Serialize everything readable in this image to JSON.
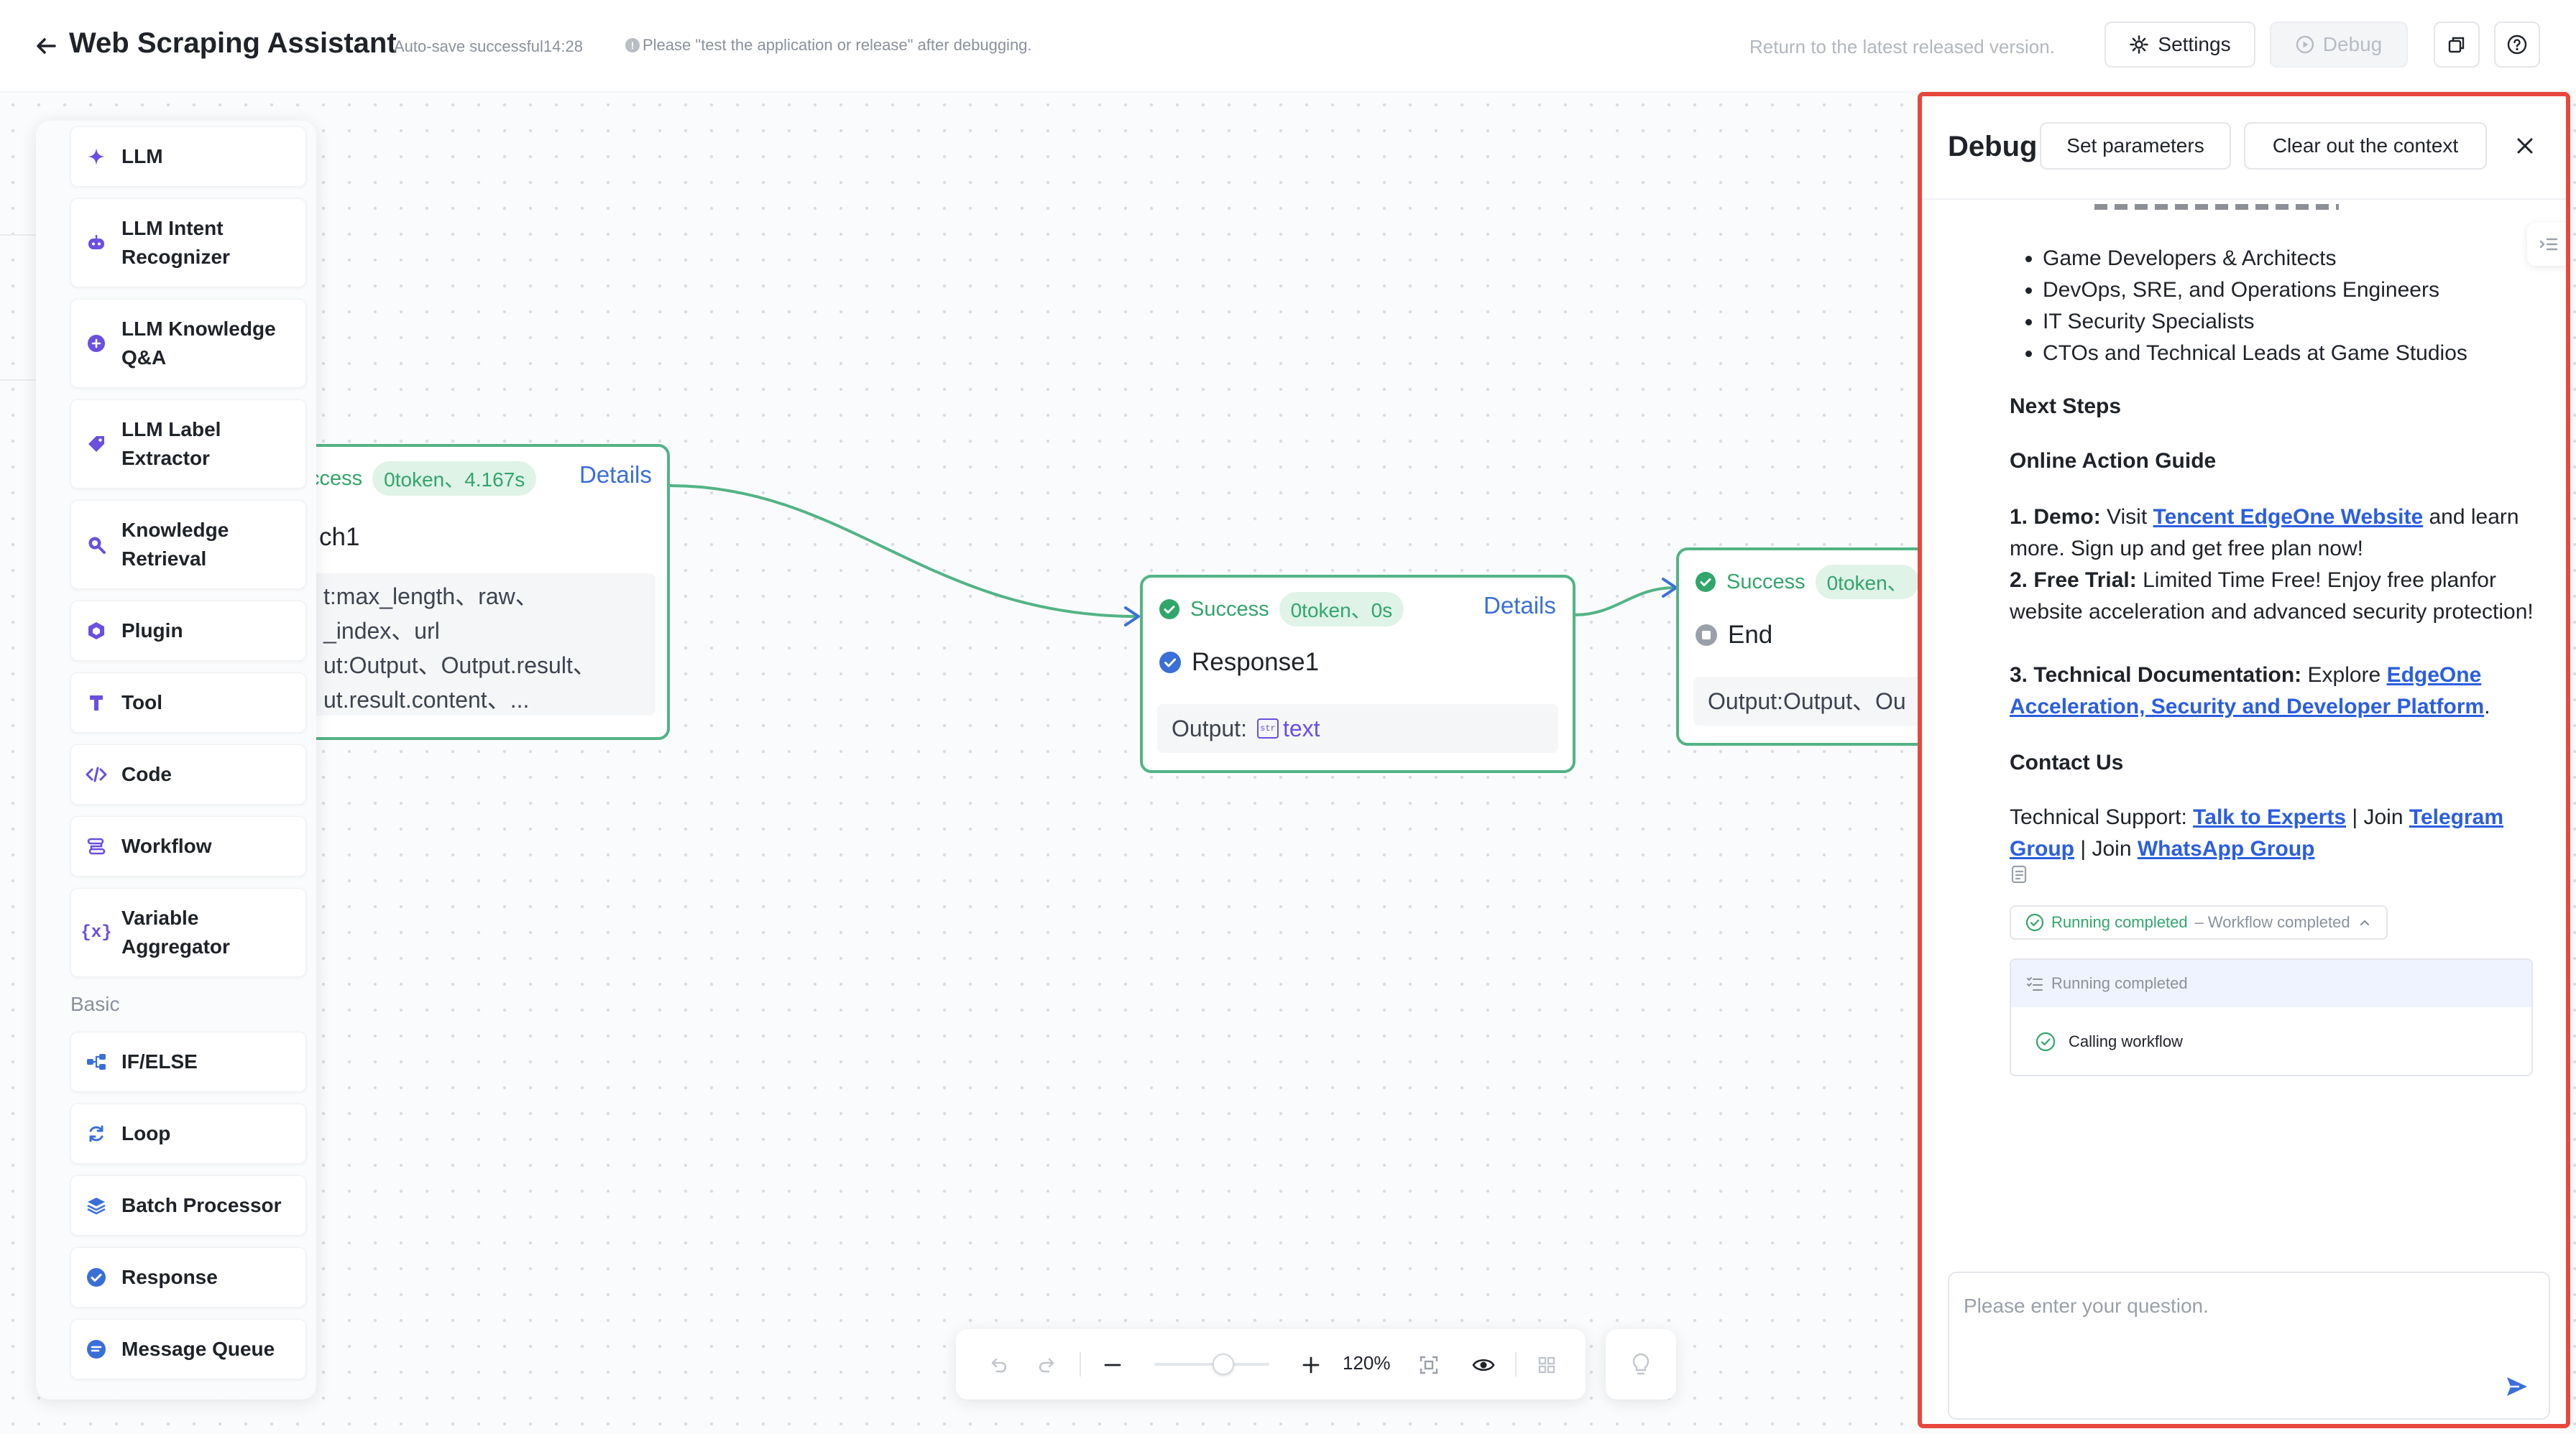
{
  "header": {
    "title": "Web Scraping Assistant",
    "autosave": "Auto-save successful14:28",
    "tip": "Please \"test the application or release\" after debugging.",
    "return_link": "Return to the latest released version.",
    "settings_label": "Settings",
    "debug_label": "Debug"
  },
  "node_panel": {
    "items": [
      {
        "label": "LLM",
        "icon": "sparkle-icon"
      },
      {
        "label": "LLM Intent Recognizer",
        "icon": "bot-icon"
      },
      {
        "label": "LLM Knowledge Q&A",
        "icon": "knowledge-qa-icon"
      },
      {
        "label": "LLM Label Extractor",
        "icon": "tag-icon"
      },
      {
        "label": "Knowledge Retrieval",
        "icon": "search-icon"
      },
      {
        "label": "Plugin",
        "icon": "plugin-icon"
      },
      {
        "label": "Tool",
        "icon": "tool-icon"
      },
      {
        "label": "Code",
        "icon": "code-icon"
      },
      {
        "label": "Workflow",
        "icon": "workflow-icon"
      },
      {
        "label": "Variable Aggregator",
        "icon": "variable-icon"
      }
    ],
    "basic_section": "Basic",
    "basic_items": [
      {
        "label": "IF/ELSE",
        "icon": "branch-icon"
      },
      {
        "label": "Loop",
        "icon": "loop-icon"
      },
      {
        "label": "Batch Processor",
        "icon": "layers-icon"
      },
      {
        "label": "Response",
        "icon": "check-circle-icon"
      },
      {
        "label": "Message Queue",
        "icon": "message-icon"
      }
    ]
  },
  "nodes": {
    "batch": {
      "status": "ccess",
      "pill": "0token、4.167s",
      "details": "Details",
      "title": "ch1",
      "lines": [
        "t:max_length、raw、",
        "_index、url",
        "ut:Output、Output.result、",
        "ut.result.content、..."
      ]
    },
    "response": {
      "status": "Success",
      "pill": "0token、0s",
      "details": "Details",
      "title": "Response1",
      "output_label": "Output:",
      "output_value": "text"
    },
    "end": {
      "status": "Success",
      "pill": "0token、",
      "title": "End",
      "output": "Output:Output、Ou"
    }
  },
  "zoom_bar": {
    "zoom_level": "120%",
    "zoom_fraction": 0.6
  },
  "debug": {
    "title": "Debug",
    "set_parameters": "Set parameters",
    "clear_context": "Clear out the context",
    "audience": [
      "Game Developers & Architects",
      "DevOps, SRE, and Operations Engineers",
      "IT Security Specialists",
      "CTOs and Technical Leads at Game Studios"
    ],
    "next_steps": "Next Steps",
    "online_guide": "Online Action Guide",
    "step1_label": "1. Demo:",
    "step1_pre": " Visit ",
    "step1_link": "Tencent EdgeOne Website",
    "step1_post": " and learn more. Sign up and get free plan now!",
    "step2_label": "2. Free Trial:",
    "step2_text": " Limited Time Free! Enjoy free planfor website acceleration and advanced security protection!",
    "step3_label": "3. Technical Documentation:",
    "step3_pre": " Explore ",
    "step3_link": "EdgeOne Acceleration, Security and Developer Platform",
    "step3_post": ".",
    "contact_us": "Contact Us",
    "tech_support": "Technical Support: ",
    "talk_experts": "Talk to Experts",
    "join1": " | Join ",
    "telegram": "Telegram Group",
    "join2": " | Join ",
    "whatsapp": "WhatsApp Group",
    "running_completed": "Running completed",
    "workflow_completed": "– Workflow completed",
    "box_header": "Running completed",
    "calling_workflow": "Calling workflow",
    "input_placeholder": "Please enter your question."
  },
  "colors": {
    "success_green": "#31a66b",
    "link_blue": "#2b5ee0",
    "highlight_red": "#e8473d",
    "accent_purple": "#6a4fe0"
  }
}
